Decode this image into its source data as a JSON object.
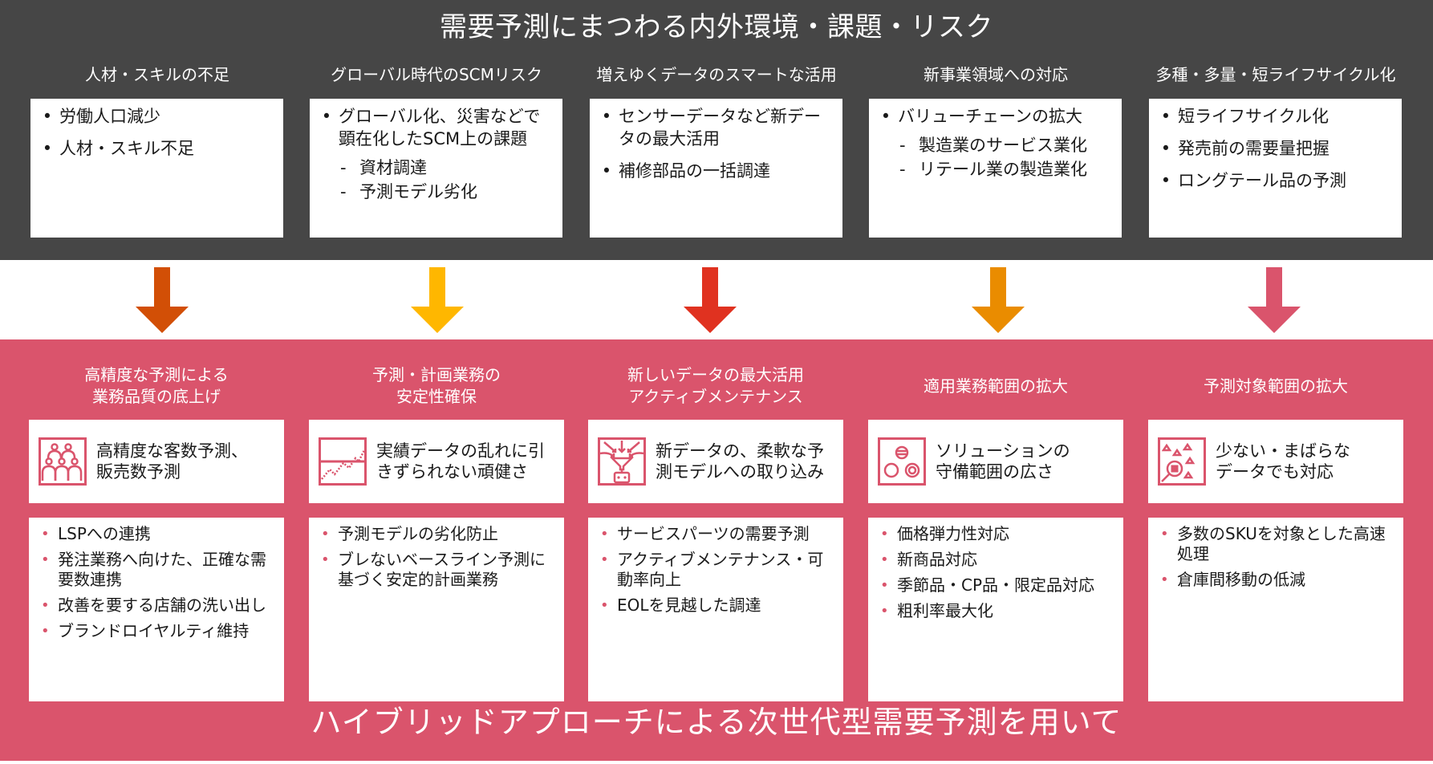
{
  "header": {
    "title": "需要予測にまつわる内外環境・課題・リスク"
  },
  "challenges": [
    {
      "title": "人材・スキルの不足",
      "items": [
        {
          "text": "労働人口減少",
          "sub": []
        },
        {
          "text": "人材・スキル不足",
          "sub": []
        }
      ]
    },
    {
      "title": "グローバル時代のSCMリスク",
      "items": [
        {
          "text": "グローバル化、災害などで顕在化したSCM上の課題",
          "sub": [
            "資材調達",
            "予測モデル劣化"
          ]
        }
      ]
    },
    {
      "title": "増えゆくデータのスマートな活用",
      "items": [
        {
          "text": "センサーデータなど新データの最大活用",
          "sub": []
        },
        {
          "text": "補修部品の一括調達",
          "sub": []
        }
      ]
    },
    {
      "title": "新事業領域への対応",
      "items": [
        {
          "text": "バリューチェーンの拡大",
          "sub": [
            "製造業のサービス業化",
            "リテール業の製造業化"
          ]
        }
      ]
    },
    {
      "title": "多種・多量・短ライフサイクル化",
      "items": [
        {
          "text": "短ライフサイクル化",
          "sub": []
        },
        {
          "text": "発売前の需要量把握",
          "sub": []
        },
        {
          "text": "ロングテール品の予測",
          "sub": []
        }
      ]
    }
  ],
  "arrows": [
    {
      "icon": "arrow-down-icon",
      "color": "#d24f06"
    },
    {
      "icon": "arrow-down-icon",
      "color": "#ffb700"
    },
    {
      "icon": "arrow-down-icon",
      "color": "#e03220"
    },
    {
      "icon": "arrow-down-icon",
      "color": "#ea8c00"
    },
    {
      "icon": "arrow-down-icon",
      "color": "#da546c"
    }
  ],
  "solutions": [
    {
      "title": "高精度な予測による\n業務品質の底上げ",
      "feature": {
        "icon": "people-group-icon",
        "text": "高精度な客数予測、\n販売数予測"
      },
      "details": [
        "LSPへの連携",
        "発注業務へ向けた、正確な需要数連携",
        "改善を要する店舗の洗い出し",
        "ブランドロイヤルティ維持"
      ]
    },
    {
      "title": "予測・計画業務の\n安定性確保",
      "feature": {
        "icon": "line-chart-icon",
        "text": "実績データの乱れに引きずられない頑健さ"
      },
      "details": [
        "予測モデルの劣化防止",
        "ブレないベースライン予測に基づく安定的計画業務"
      ]
    },
    {
      "title": "新しいデータの最大活用\nアクティブメンテナンス",
      "feature": {
        "icon": "data-funnel-robot-icon",
        "text": "新データの、柔軟な予測モデルへの取り込み"
      },
      "details": [
        "サービスパーツの需要予測",
        "アクティブメンテナンス・可動率向上",
        "EOLを見越した調達"
      ]
    },
    {
      "title": "適用業務範囲の拡大",
      "feature": {
        "icon": "solution-circles-icon",
        "text": "ソリューションの\n守備範囲の広さ"
      },
      "details": [
        "価格弾力性対応",
        "新商品対応",
        "季節品・CP品・限定品対応",
        "粗利率最大化"
      ]
    },
    {
      "title": "予測対象範囲の拡大",
      "feature": {
        "icon": "sparse-data-search-icon",
        "text": "少ない・まばらな\nデータでも対応"
      },
      "details": [
        "多数のSKUを対象とした高速処理",
        "倉庫間移動の低減"
      ]
    }
  ],
  "footer": {
    "text": "ハイブリッドアプローチによる次世代型需要予測を用いて"
  },
  "colors": {
    "dark_bg": "#464646",
    "accent_pink": "#da546c"
  }
}
